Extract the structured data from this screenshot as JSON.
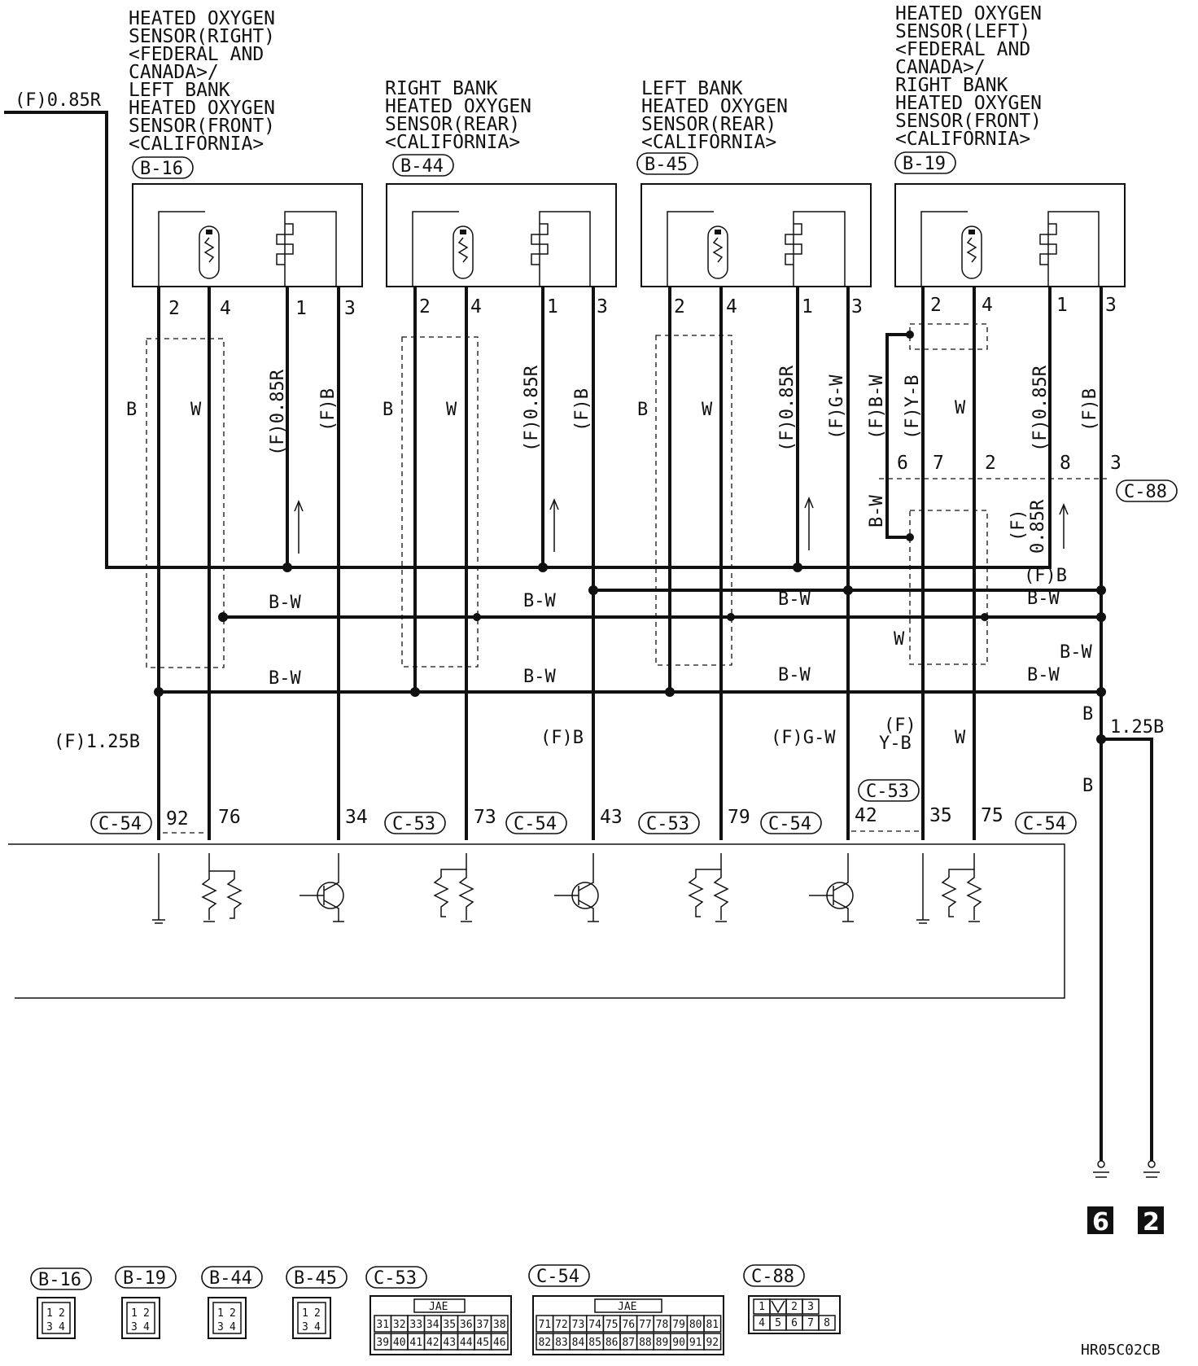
{
  "input_label": "(F)0.85R",
  "sensors": [
    {
      "id": "B-16",
      "title": [
        "HEATED OXYGEN",
        "SENSOR(RIGHT)",
        "<FEDERAL AND",
        "CANADA>/",
        "LEFT BANK",
        "HEATED OXYGEN",
        "SENSOR(FRONT)",
        "<CALIFORNIA>"
      ],
      "pins": [
        "2",
        "4",
        "1",
        "3"
      ],
      "wires": [
        "B",
        "W",
        "(F)0.85R",
        "(F)B"
      ]
    },
    {
      "id": "B-44",
      "title": [
        "RIGHT BANK",
        "HEATED OXYGEN",
        "SENSOR(REAR)",
        "<CALIFORNIA>"
      ],
      "pins": [
        "2",
        "4",
        "1",
        "3"
      ],
      "wires": [
        "B",
        "W",
        "(F)0.85R",
        "(F)B"
      ]
    },
    {
      "id": "B-45",
      "title": [
        "LEFT BANK",
        "HEATED OXYGEN",
        "SENSOR(REAR)",
        "<CALIFORNIA>"
      ],
      "pins": [
        "2",
        "4",
        "1",
        "3"
      ],
      "wires": [
        "B",
        "W",
        "(F)0.85R",
        "(F)G-W"
      ]
    },
    {
      "id": "B-19",
      "title": [
        "HEATED OXYGEN",
        "SENSOR(LEFT)",
        "<FEDERAL AND",
        "CANADA>/",
        "RIGHT BANK",
        "HEATED OXYGEN",
        "SENSOR(FRONT)",
        "<CALIFORNIA>"
      ],
      "pins": [
        "2",
        "4",
        "1",
        "3"
      ],
      "wires": [
        "(F)B-W",
        "(F)Y-B",
        "W",
        "(F)0.85R",
        "(F)B"
      ]
    }
  ],
  "c88": {
    "id": "C-88",
    "pins": [
      "6",
      "7",
      "2",
      "8",
      "3"
    ],
    "wire_bw": "B-W",
    "wire_085r_a": "(F)",
    "wire_085r_b": "0.85R"
  },
  "bus_labels": {
    "fb": "(F)B",
    "bw": "B-W"
  },
  "lower_labels": {
    "f125b": "(F)1.25B",
    "fb": "(F)B",
    "fgw": "(F)G-W",
    "fyb_a": "(F)",
    "fyb_b": "Y-B",
    "w": "W",
    "wd": "W",
    "b1": "B",
    "b2": "B",
    "g125b": "1.25B"
  },
  "ecu_pins": [
    "92",
    "76",
    "34",
    "73",
    "43",
    "79",
    "42",
    "35",
    "75"
  ],
  "ecu_connectors": {
    "c54": "C-54",
    "c53": "C-53"
  },
  "grounds": [
    "6",
    "2"
  ],
  "legend": [
    {
      "id": "B-16",
      "pins": [
        "1",
        "2",
        "3",
        "4"
      ]
    },
    {
      "id": "B-19",
      "pins": [
        "1",
        "2",
        "3",
        "4"
      ]
    },
    {
      "id": "B-44",
      "pins": [
        "1",
        "2",
        "3",
        "4"
      ]
    },
    {
      "id": "B-45",
      "pins": [
        "1",
        "2",
        "3",
        "4"
      ]
    }
  ],
  "legend_c53": {
    "id": "C-53",
    "brand": "JAE",
    "row1": [
      "31",
      "32",
      "33",
      "34",
      "35",
      "36",
      "37",
      "38"
    ],
    "row2": [
      "39",
      "40",
      "41",
      "42",
      "43",
      "44",
      "45",
      "46"
    ]
  },
  "legend_c54": {
    "id": "C-54",
    "brand": "JAE",
    "row1": [
      "71",
      "72",
      "73",
      "74",
      "75",
      "76",
      "77",
      "78",
      "79",
      "80",
      "81"
    ],
    "row2": [
      "82",
      "83",
      "84",
      "85",
      "86",
      "87",
      "88",
      "89",
      "90",
      "91",
      "92"
    ]
  },
  "legend_c88": {
    "id": "C-88",
    "row1": [
      "1",
      "",
      "2",
      "3"
    ],
    "row2": [
      "4",
      "5",
      "6",
      "7",
      "8"
    ]
  },
  "diagram_code": "HR05C02CB"
}
